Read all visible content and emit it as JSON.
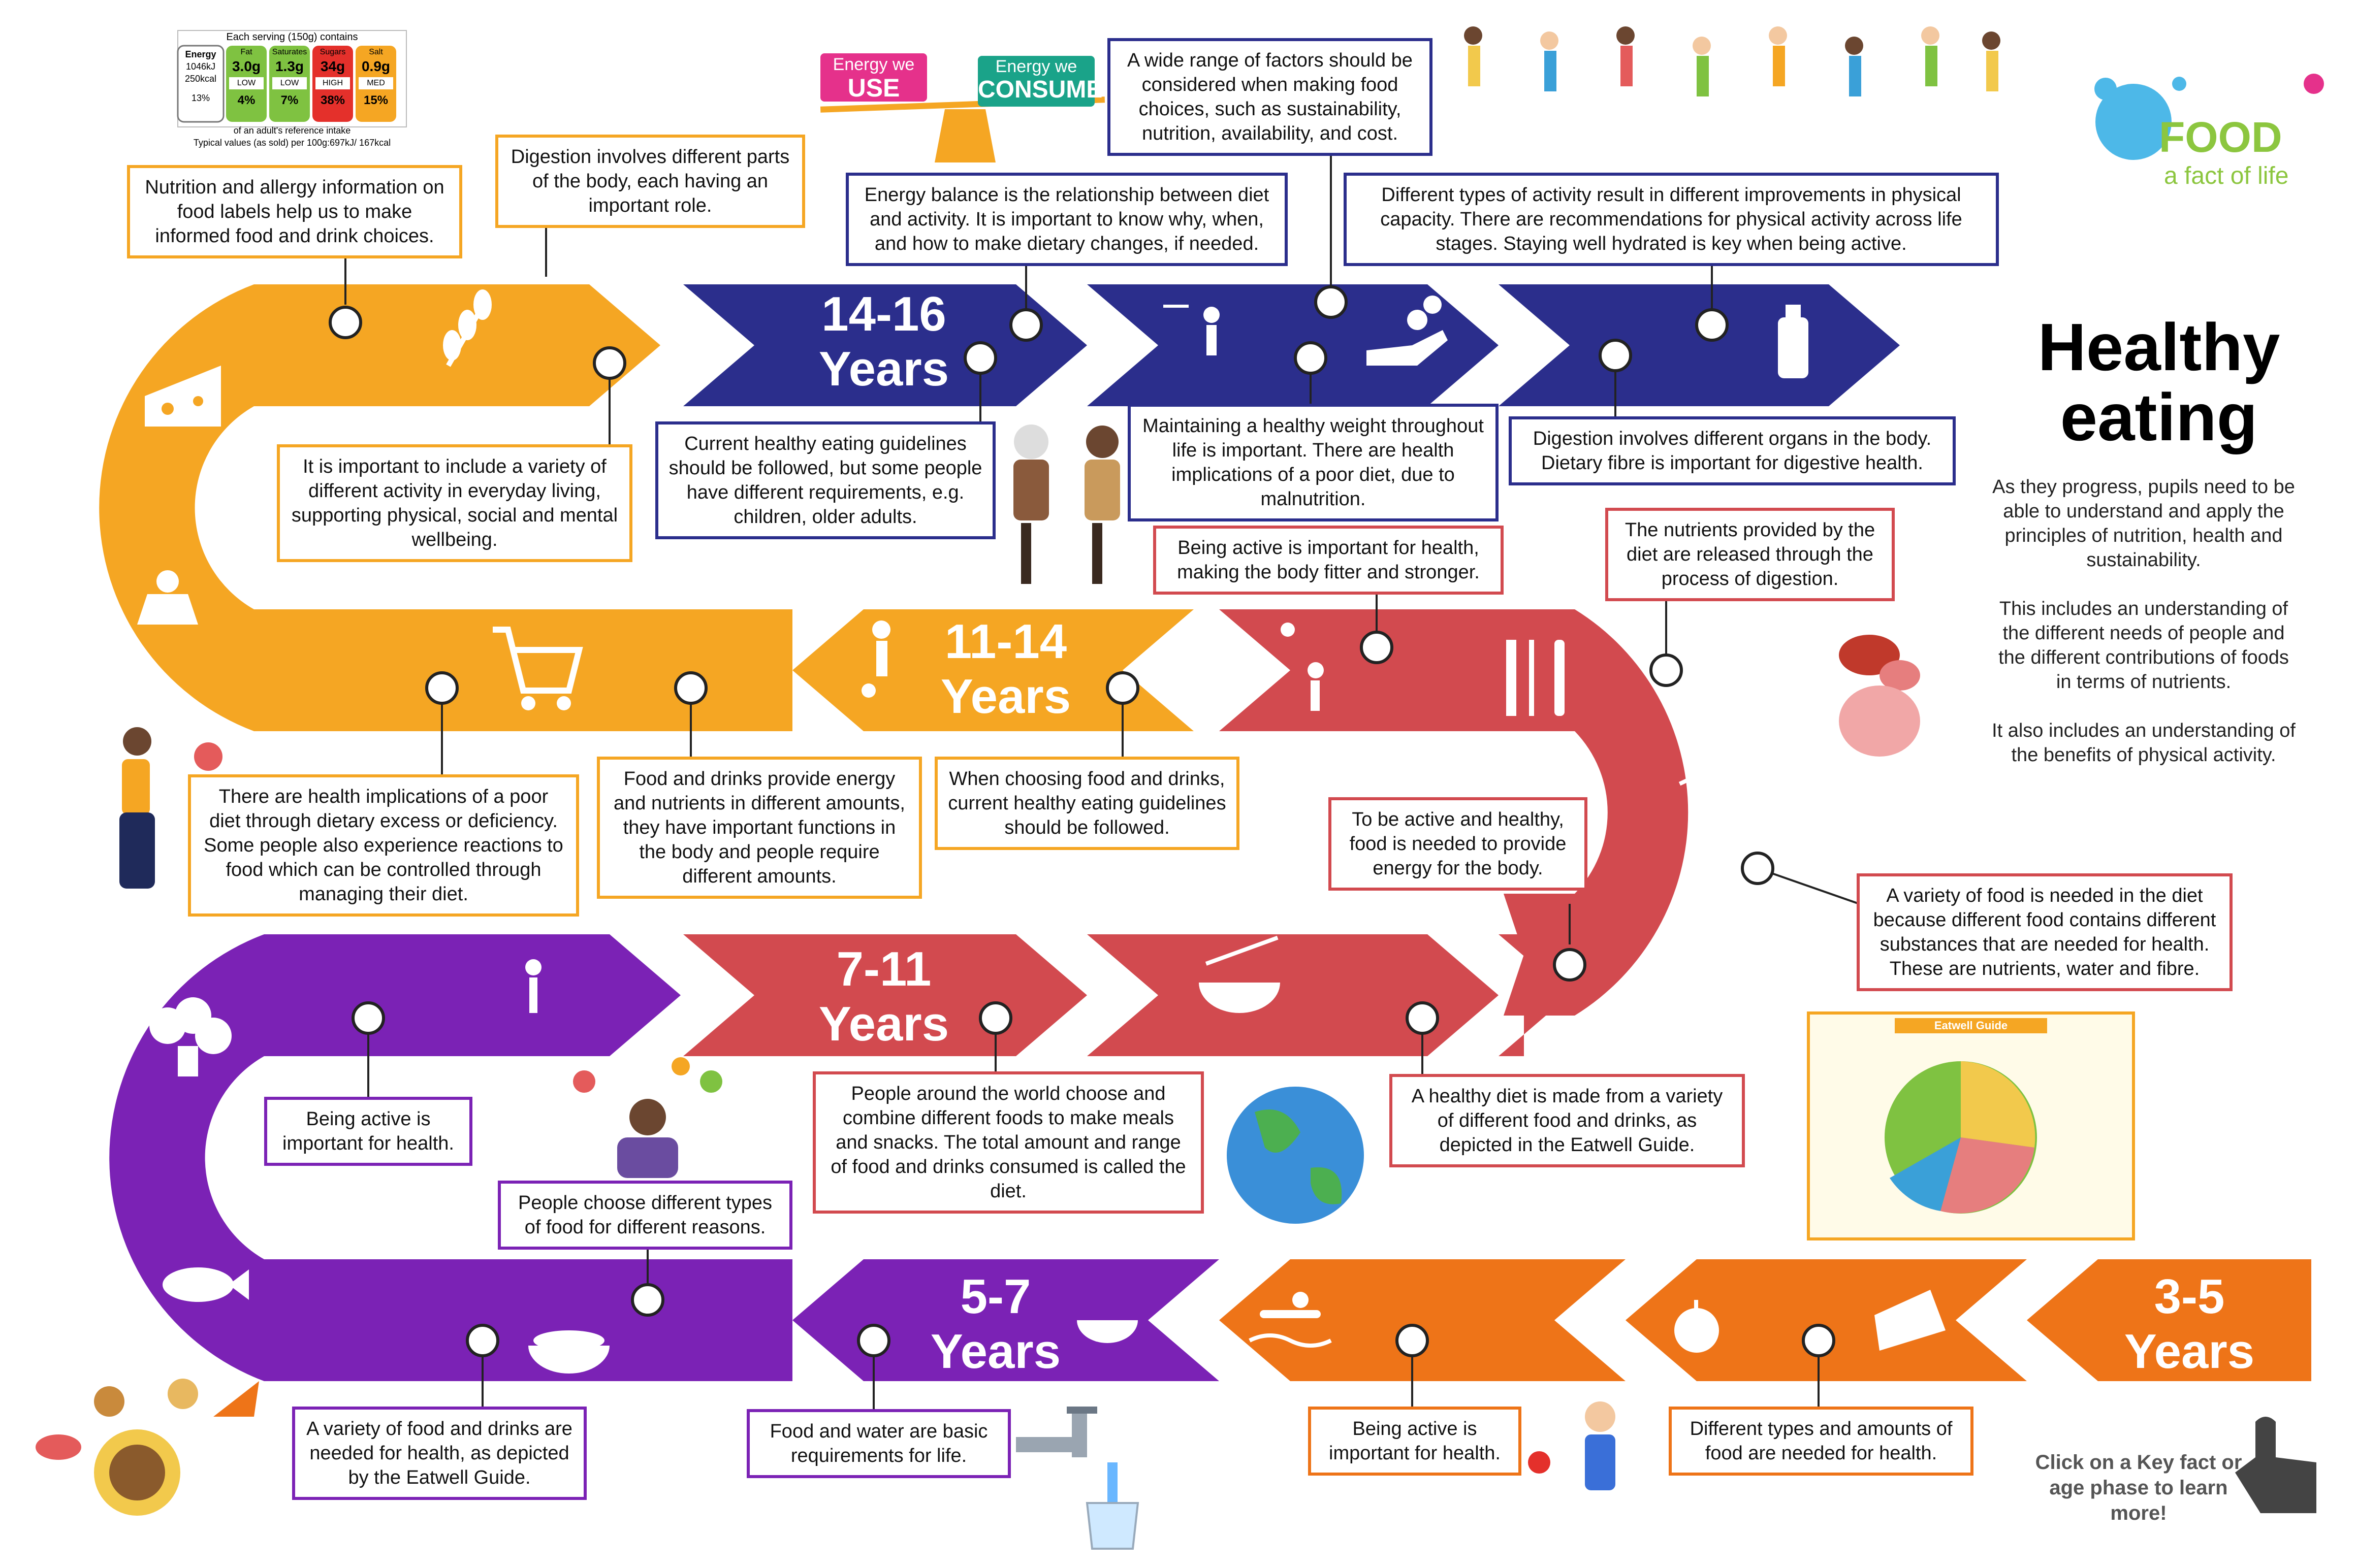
{
  "title": {
    "line1": "Healthy",
    "line2": "eating"
  },
  "intro": [
    "As they progress, pupils need to be able to understand and apply the principles of nutrition, health and sustainability.",
    "This includes an understanding of the different needs of people and the different contributions of foods in terms of nutrients.",
    "It also includes an understanding of the benefits of physical activity."
  ],
  "call_to_action": "Click on a Key fact or age phase to learn more!",
  "logo": {
    "word": "FOOD",
    "tagline": "a fact of life"
  },
  "age_phases": [
    {
      "line1": "14-16",
      "line2": "Years"
    },
    {
      "line1": "11-14",
      "line2": "Years"
    },
    {
      "line1": "7-11",
      "line2": "Years"
    },
    {
      "line1": "5-7",
      "line2": "Years"
    },
    {
      "line1": "3-5",
      "line2": "Years"
    }
  ],
  "key_facts": [
    "Nutrition and allergy information on food labels help us to make informed food and drink choices.",
    "Digestion involves different parts of the body, each having an important role.",
    "Energy balance is the relationship between diet and activity. It is important to know why, when, and how to make dietary changes, if needed.",
    "A wide range of factors should be considered when making food choices, such as sustainability, nutrition, availability, and cost.",
    "Different types of activity result in different improvements in physical capacity. There are recommendations for physical activity across life stages. Staying well hydrated is key when being active.",
    "It is important to include a variety of different activity in everyday living, supporting physical, social and mental wellbeing.",
    "Current healthy eating guidelines should be followed, but some people have different requirements, e.g. children, older adults.",
    "Maintaining a healthy weight throughout life is important. There are health implications of a poor diet, due to malnutrition.",
    "Digestion involves different organs in the body. Dietary fibre is important for digestive health.",
    "Being active is important for health, making the body fitter and stronger.",
    "The nutrients provided by the diet are released through the process of digestion.",
    "There are health implications of a poor diet through dietary excess or deficiency. Some people also experience reactions to food which can be controlled through managing their diet.",
    "Food and drinks provide energy and nutrients in different amounts, they have important functions in the body and people require different amounts.",
    "When choosing food and drinks, current healthy eating guidelines should be followed.",
    "To be active and healthy, food is needed to provide energy for the body.",
    "A variety of food is needed in the diet because different food contains different substances that are needed for health. These are nutrients, water and fibre.",
    "Being active is important for health.",
    "People around the world choose and combine different foods to make meals and snacks. The total amount and range of food and drinks consumed is called the diet.",
    "A healthy diet is made from a variety of different food and drinks, as depicted in the Eatwell Guide.",
    "People choose different types of food for different reasons.",
    "A variety of food and drinks are needed for health, as depicted by the Eatwell Guide.",
    "Food and water are basic requirements for life.",
    "Being active is important for health.",
    "Different types and amounts of food are needed for health."
  ],
  "food_label": {
    "header": "Each serving (150g) contains",
    "energy": {
      "name": "Energy",
      "kj": "1046kJ",
      "kcal": "250kcal",
      "pct": "13%"
    },
    "nutrients": [
      {
        "name": "Fat",
        "amount": "3.0g",
        "level": "LOW",
        "pct": "4%",
        "color": "#7fc241"
      },
      {
        "name": "Saturates",
        "amount": "1.3g",
        "level": "LOW",
        "pct": "7%",
        "color": "#7fc241"
      },
      {
        "name": "Sugars",
        "amount": "34g",
        "level": "HIGH",
        "pct": "38%",
        "color": "#e4302b"
      },
      {
        "name": "Salt",
        "amount": "0.9g",
        "level": "MED",
        "pct": "15%",
        "color": "#f5a623"
      }
    ],
    "footer1": "of an adult's reference intake",
    "footer2": "Typical values (as sold) per 100g:697kJ/ 167kcal"
  },
  "balance": {
    "use_line1": "Energy we",
    "use_line2": "USE",
    "consume_line1": "Energy we",
    "consume_line2": "CONSUME"
  },
  "eatwell": {
    "title": "Eatwell Guide"
  },
  "colors": {
    "navy": "#2b2e8c",
    "orange": "#f5a623",
    "red": "#d24a4f",
    "purple": "#7b22b5",
    "bright_orange": "#ee7418",
    "logo_blue": "#4db8e8",
    "logo_green": "#8cc63f",
    "logo_pink": "#e5318b"
  }
}
